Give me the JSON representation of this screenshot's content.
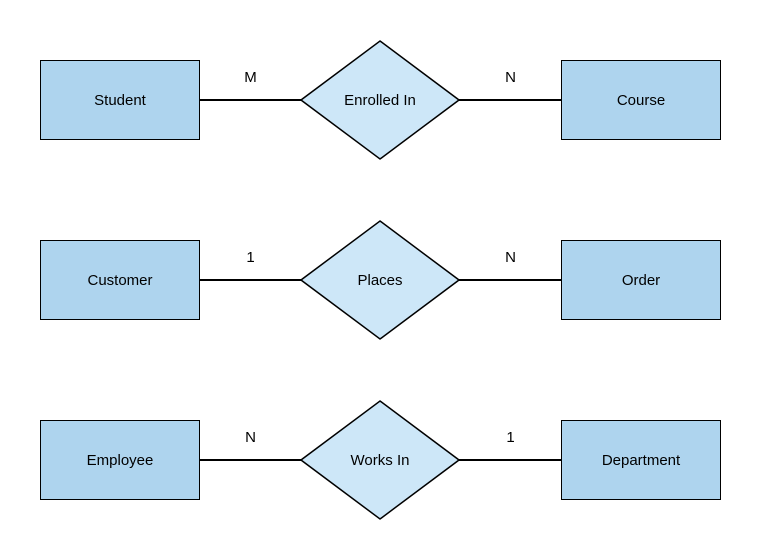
{
  "diagram": {
    "colors": {
      "entity_fill": "#AED4EE",
      "relationship_fill": "#CDE7F8",
      "stroke": "#000000",
      "background": "#FFFFFF",
      "text": "#000000"
    },
    "rows": [
      {
        "left_entity": "Student",
        "left_cardinality": "M",
        "relationship": "Enrolled In",
        "right_cardinality": "N",
        "right_entity": "Course"
      },
      {
        "left_entity": "Customer",
        "left_cardinality": "1",
        "relationship": "Places",
        "right_cardinality": "N",
        "right_entity": "Order"
      },
      {
        "left_entity": "Employee",
        "left_cardinality": "N",
        "relationship": "Works In",
        "right_cardinality": "1",
        "right_entity": "Department"
      }
    ]
  }
}
